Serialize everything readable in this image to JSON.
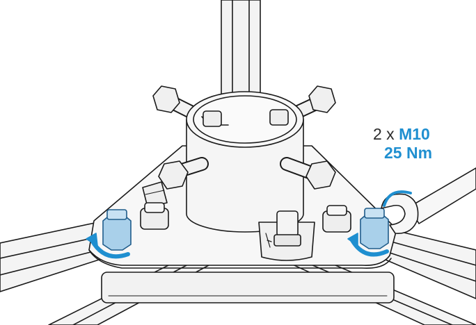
{
  "spec": {
    "quantity": "2 x",
    "bolt_size": "M10",
    "torque": "25 Nm"
  },
  "colors": {
    "accent": "#1f8fd0",
    "nut_fill": "#a9d0ea",
    "line": "#1a1a1a",
    "background": "#ffffff"
  },
  "icons": [
    "tighten-arrow-icon",
    "wrench-icon"
  ]
}
